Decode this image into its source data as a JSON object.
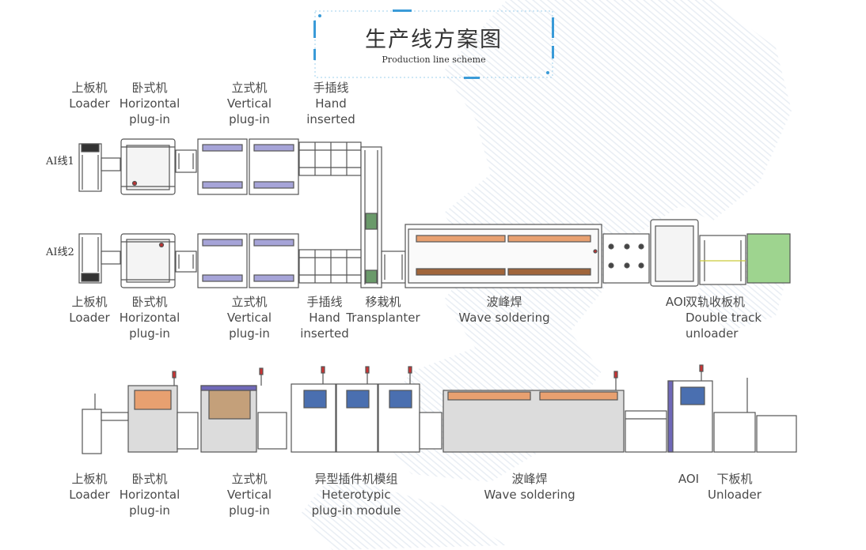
{
  "title": {
    "main": "生产线方案图",
    "sub": "Production line scheme"
  },
  "line_tags": {
    "ai1": "AI线1",
    "ai2": "AI线2"
  },
  "top_labels": [
    {
      "zh": "上板机",
      "en": [
        "Loader"
      ]
    },
    {
      "zh": "卧式机",
      "en": [
        "Horizontal",
        "plug-in"
      ]
    },
    {
      "zh": "立式机",
      "en": [
        "Vertical",
        "plug-in"
      ]
    },
    {
      "zh": "手插线",
      "en": [
        "Hand",
        "inserted"
      ]
    }
  ],
  "mid_labels": [
    {
      "zh": "上板机",
      "en": [
        "Loader"
      ]
    },
    {
      "zh": "卧式机",
      "en": [
        "Horizontal",
        "plug-in"
      ]
    },
    {
      "zh": "立式机",
      "en": [
        "Vertical",
        "plug-in"
      ]
    },
    {
      "zh": "手插线",
      "en": [
        "Hand",
        "inserted"
      ]
    },
    {
      "zh": "移栽机",
      "en": [
        "Transplanter"
      ]
    },
    {
      "zh": "波峰焊",
      "en": [
        "Wave soldering"
      ]
    },
    {
      "zh": "AOI",
      "en": []
    },
    {
      "zh": "双轨收板机",
      "en": [
        "Double track",
        "unloader"
      ]
    }
  ],
  "bottom_labels": [
    {
      "zh": "上板机",
      "en": [
        "Loader"
      ]
    },
    {
      "zh": "卧式机",
      "en": [
        "Horizontal",
        "plug-in"
      ]
    },
    {
      "zh": "立式机",
      "en": [
        "Vertical",
        "plug-in"
      ]
    },
    {
      "zh": "异型插件机模组",
      "en": [
        "Heterotypic",
        "plug-in module"
      ]
    },
    {
      "zh": "波峰焊",
      "en": [
        "Wave soldering"
      ]
    },
    {
      "zh": "AOI",
      "en": []
    },
    {
      "zh": "下板机",
      "en": [
        "Unloader"
      ]
    }
  ],
  "colors": {
    "outline": "#555555",
    "orange": "#e8a070",
    "orange_dark": "#a0653a",
    "green": "#9ed48f",
    "purple": "#6f68b8",
    "grey_body": "#dcdcdc",
    "blue_accent": "#3a9bd8"
  }
}
